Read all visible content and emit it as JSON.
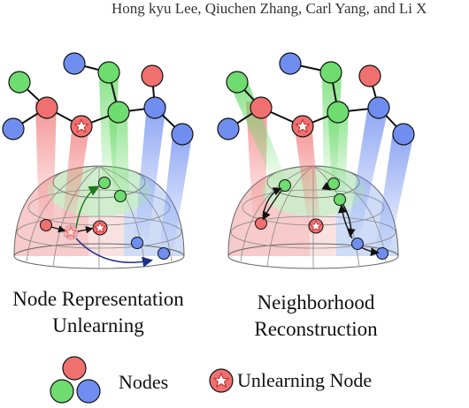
{
  "header": {
    "authors": "Hong kyu Lee, Qiuchen Zhang, Carl Yang, and Li X"
  },
  "panels": [
    {
      "caption_line1": "Node Representation",
      "caption_line2": "Unlearning"
    },
    {
      "caption_line1": "Neighborhood",
      "caption_line2": "Reconstruction"
    }
  ],
  "legend": {
    "nodes_label": "Nodes",
    "unlearning_label": "Unlearning Node"
  },
  "colors": {
    "red": "#f07070",
    "green": "#6edc6e",
    "blue": "#6f8ef0",
    "star_ring": "#d94848",
    "hemi_red": "#f6c5c5",
    "hemi_green": "#c9f0c9",
    "hemi_blue": "#c9d8f6",
    "arrow_green": "#1f7a1f",
    "arrow_blue": "#1c2f8c"
  }
}
